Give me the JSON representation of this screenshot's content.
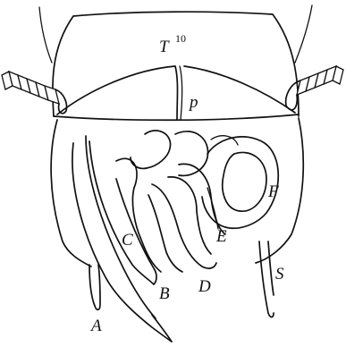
{
  "figure": {
    "labels": {
      "tergite": "T",
      "tergite_sup": "10",
      "p": "p",
      "A": "A",
      "B": "B",
      "C": "C",
      "D": "D",
      "E": "E",
      "F": "F",
      "S": "S"
    }
  }
}
